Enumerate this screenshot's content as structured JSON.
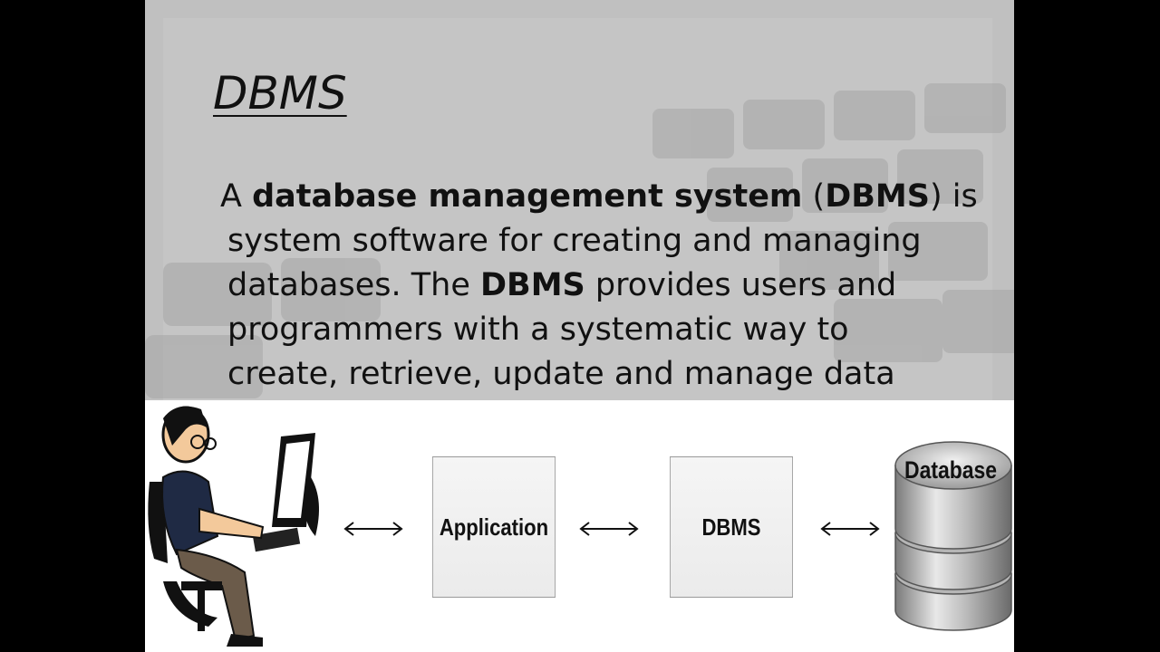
{
  "slide": {
    "title": "DBMS",
    "body": {
      "l1_a": "A ",
      "l1_b": "database management system",
      "l1_c": " (",
      "l1_d": "DBMS",
      "l1_e": ") is",
      "l2": "system software for creating and managing",
      "l3_a": "databases. The ",
      "l3_b": "DBMS",
      "l3_c": " provides users and",
      "l4": "programmers with a systematic way to",
      "l5": "create, retrieve, update and manage data"
    },
    "diagram": {
      "application_label": "Application",
      "dbms_label": "DBMS",
      "database_label": "Database"
    }
  }
}
